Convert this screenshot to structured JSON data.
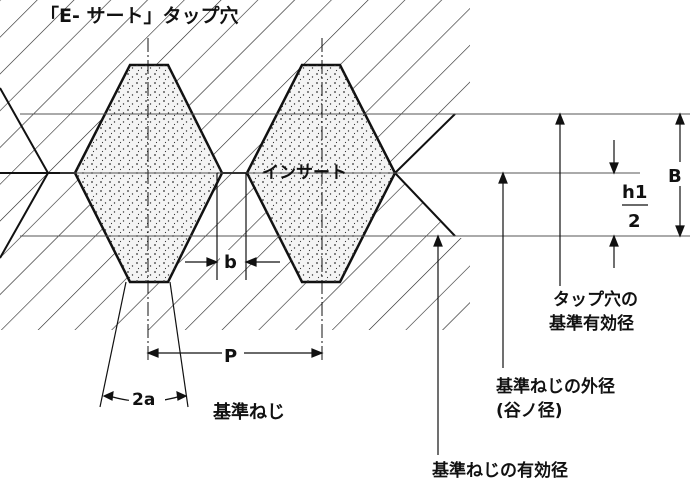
{
  "title": "「E- サート」タップ穴",
  "labels": {
    "insert": "インサート",
    "b": "b",
    "P": "P",
    "two_a": "2a",
    "reference_thread": "基準ねじ",
    "B": "B",
    "h1": "h1",
    "two": "2",
    "tap_hole_pitch_diameter_line1": "タップ穴の",
    "tap_hole_pitch_diameter_line2": "基準有効径",
    "reference_major_diameter_line1": "基準ねじの外径",
    "reference_major_diameter_line2": "(谷ノ径)",
    "reference_pitch_diameter": "基準ねじの有効径"
  },
  "colors": {
    "ink": "#111111",
    "hatch": "#222222",
    "insert_fill": "#f4f4f4",
    "dots": "#333333"
  }
}
